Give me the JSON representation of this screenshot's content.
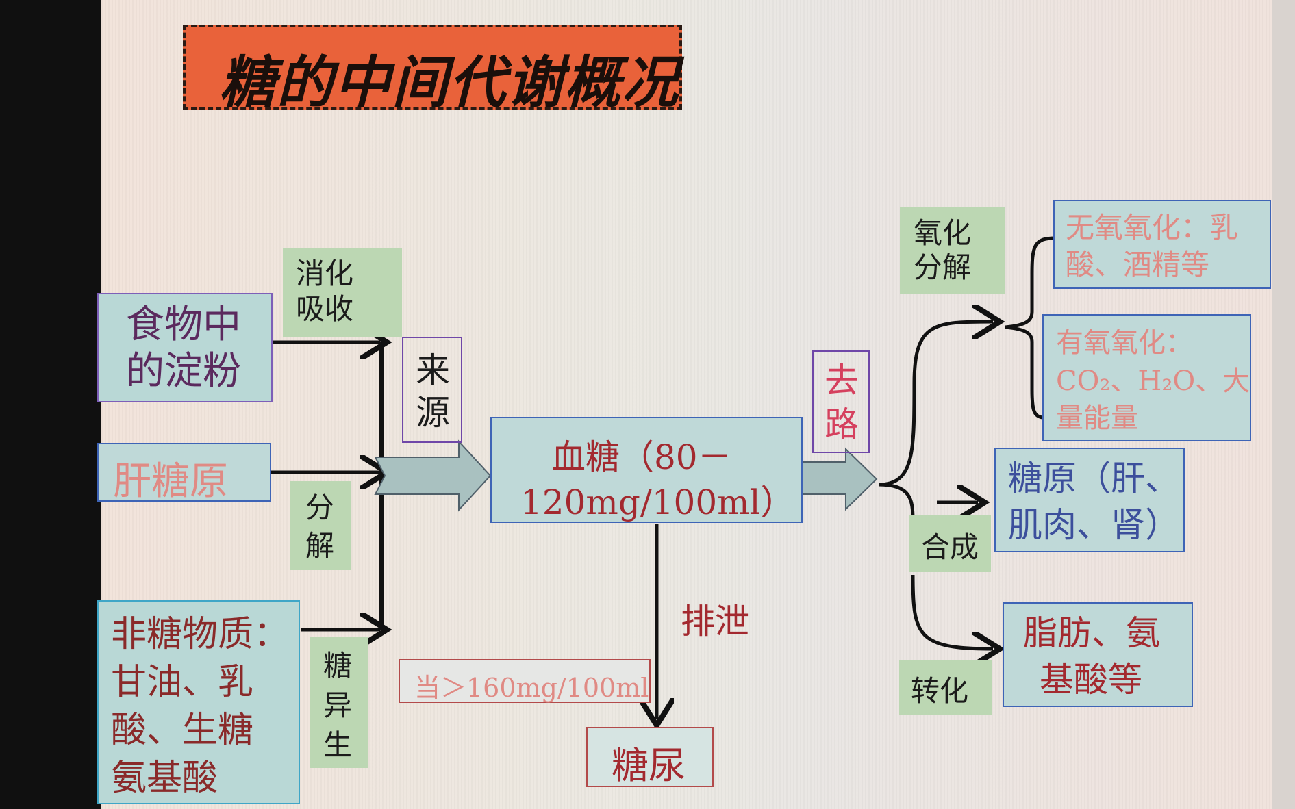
{
  "title": "糖的中间代谢概况",
  "sources": {
    "starch": [
      "食物中",
      "的淀粉"
    ],
    "glycogen": "肝糖原",
    "non_sugar": [
      "非糖物质：",
      "甘油、乳",
      "酸、生糖",
      "氨基酸"
    ]
  },
  "processes": {
    "digest": [
      "消化",
      "吸收"
    ],
    "decompose": [
      "分",
      "解"
    ],
    "gluconeo": [
      "糖",
      "异",
      "生"
    ],
    "laiyuan": [
      "来",
      "源"
    ],
    "qulu": [
      "去",
      "路"
    ],
    "oxidize": [
      "氧化",
      "分解"
    ],
    "synth": "合成",
    "convert": "转化",
    "excrete": "排泄"
  },
  "blood_sugar": [
    "血糖（80－",
    "120mg/100ml）"
  ],
  "threshold": "当＞160mg/100ml",
  "urine": "糖尿",
  "outcomes": {
    "anaerobic": [
      "无氧氧化：乳",
      "酸、酒精等"
    ],
    "aerobic": [
      "有氧氧化：",
      "CO₂、H₂O、大",
      "量能量"
    ],
    "glycogen": [
      "糖原（肝、",
      "肌肉、肾）"
    ],
    "fat": [
      "脂肪、氨",
      "基酸等"
    ]
  },
  "colors": {
    "title_bg": "#e9623a",
    "teal_box": "#b9d8d6",
    "green_label": "#bcd7b3",
    "red_text": "#a3292f",
    "pink_text": "#e08a84"
  }
}
